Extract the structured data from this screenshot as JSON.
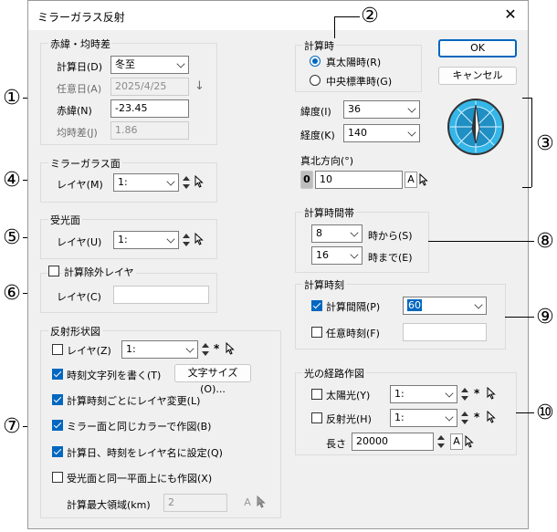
{
  "dialog": {
    "title": "ミラーガラス反射",
    "close": "✕"
  },
  "callouts": [
    "①",
    "②",
    "③",
    "④",
    "⑤",
    "⑥",
    "⑦",
    "⑧",
    "⑨",
    "⑩"
  ],
  "declination": {
    "group": "赤緯・均時差",
    "date_label": "計算日(D)",
    "date_value": "冬至",
    "any_date_label": "任意日(A)",
    "any_date_value": "2025/4/25",
    "arrow": "↓",
    "decl_label": "赤緯(N)",
    "decl_value": "-23.45",
    "eq_label": "均時差(J)",
    "eq_value": "1.86"
  },
  "calc_time": {
    "group": "計算時",
    "options": [
      "真太陽時(R)",
      "中央標準時(G)"
    ],
    "selected": 0
  },
  "buttons": {
    "ok": "OK",
    "cancel": "キャンセル"
  },
  "location": {
    "lat_label": "緯度(I)",
    "lat_value": "36",
    "lon_label": "経度(K)",
    "lon_value": "140",
    "north_label": "真北方向(°)",
    "north_button": "0",
    "north_value": "10",
    "a_label": "A"
  },
  "mirror": {
    "group": "ミラーガラス面",
    "layer_label": "レイヤ(M)",
    "layer_value": "1:"
  },
  "receiving": {
    "group": "受光面",
    "layer_label": "レイヤ(U)",
    "layer_value": "1:"
  },
  "exclude": {
    "label": "計算除外レイヤ",
    "checked": false,
    "layer_label": "レイヤ(C)",
    "layer_value": ""
  },
  "time_band": {
    "group": "計算時間帯",
    "from_value": "8",
    "from_label": "時から(S)",
    "to_value": "16",
    "to_label": "時まで(E)"
  },
  "calc_clock": {
    "group": "計算時刻",
    "interval_label": "計算間隔(P)",
    "interval_checked": true,
    "interval_value": "60",
    "any_label": "任意時刻(F)",
    "any_checked": false,
    "any_value": ""
  },
  "reflect_shape": {
    "group": "反射形状図",
    "layer_label": "レイヤ(Z)",
    "layer_checked": false,
    "layer_value": "1:",
    "write_time": "時刻文字列を書く(T)",
    "write_time_checked": true,
    "text_size_button": "文字サイズ(O)...",
    "per_time_layer": "計算時刻ごとにレイヤ変更(L)",
    "per_time_layer_checked": true,
    "same_color": "ミラー面と同じカラーで作図(B)",
    "same_color_checked": true,
    "set_layer_name": "計算日、時刻をレイヤ名に設定(Q)",
    "set_layer_name_checked": true,
    "same_plane": "受光面と同一平面上にも作図(X)",
    "same_plane_checked": false,
    "max_area_label": "計算最大領域(km)",
    "max_area_value": "2"
  },
  "light_path": {
    "group": "光の経路作図",
    "sun_label": "太陽光(Y)",
    "sun_checked": false,
    "sun_value": "1:",
    "reflect_label": "反射光(H)",
    "reflect_checked": false,
    "reflect_value": "1:",
    "length_label": "長さ",
    "length_value": "20000"
  },
  "compass": {
    "icon": "compass-icon",
    "accent": "#35b6e8"
  }
}
